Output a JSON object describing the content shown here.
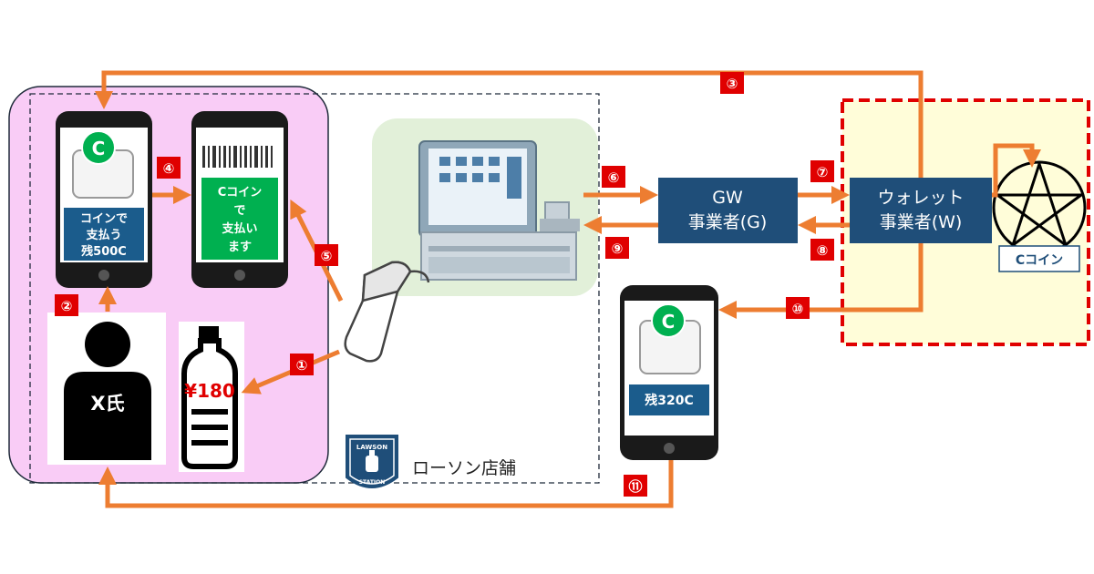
{
  "colors": {
    "arrow": "#ED7D31",
    "step_badge": "#E00000",
    "customer_zone": "#F9CCF6",
    "register_zone": "#E2F0D9",
    "wallet_zone": "#FFFDD9",
    "wallet_border": "#E00000",
    "box_fill": "#1F4E79",
    "phone_body": "#1A1A1A",
    "label_box": "#1B5C8C",
    "pay_box": "#00B050",
    "coin_green": "#00B050",
    "price_text": "#E00000"
  },
  "customer": {
    "name": "X氏",
    "phone1": {
      "coin_icon": "C",
      "wallet_icon": "wallet-icon",
      "screen_text": [
        "コインで",
        "支払う",
        "残500C"
      ]
    },
    "phone2": {
      "barcode_icon": "barcode-icon",
      "screen_text": [
        "Cコイン",
        "で",
        "支払い",
        "ます"
      ]
    },
    "product": {
      "icon": "bottle-icon",
      "price": "¥180"
    }
  },
  "store": {
    "label": "ローソン店舗",
    "logo_text_top": "LAWSON",
    "logo_text_bottom": "STATION",
    "register_icon": "pos-register-icon",
    "scanner_icon": "barcode-scanner-icon"
  },
  "gw": {
    "line1": "GW",
    "line2": "事業者(G)"
  },
  "wallet_provider": {
    "line1": "ウォレット",
    "line2": "事業者(W)"
  },
  "ccoin": {
    "label": "Cコイン",
    "icon": "pentagram-icon"
  },
  "phone3": {
    "coin_icon": "C",
    "wallet_icon": "wallet-icon",
    "balance": "残320C"
  },
  "steps": [
    "①",
    "②",
    "③",
    "④",
    "⑤",
    "⑥",
    "⑦",
    "⑧",
    "⑨",
    "⑩",
    "⑪"
  ]
}
